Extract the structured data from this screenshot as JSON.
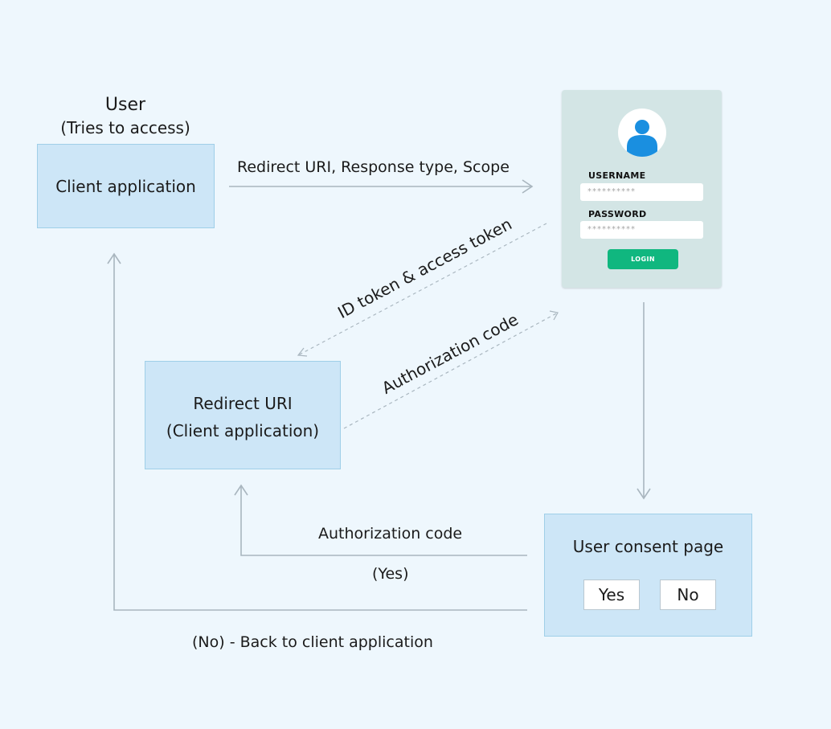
{
  "user": {
    "title": "User",
    "subtitle": "(Tries to access)"
  },
  "client_box": {
    "label": "Client application"
  },
  "arrow_labels": {
    "redirect_request": "Redirect URI, Response type, Scope",
    "id_access_token": "ID token & access token",
    "auth_code_diagonal": "Authorization code",
    "auth_code_bottom": "Authorization code",
    "yes_note": "(Yes)",
    "no_note": "(No) - Back to client application"
  },
  "redirect_box": {
    "line1": "Redirect URI",
    "line2": "(Client application)"
  },
  "login_card": {
    "username_label": "USERNAME",
    "username_value": "**********",
    "password_label": "PASSWORD",
    "password_value": "**********",
    "login_label": "LOGIN",
    "avatar_icon": "user-avatar-icon"
  },
  "consent": {
    "title": "User consent page",
    "yes": "Yes",
    "no": "No"
  },
  "colors": {
    "background": "#eef7fd",
    "box_fill": "#cde6f7",
    "box_border": "#9fcfe8",
    "arrow": "#a9b6bf",
    "login_button": "#10b77f",
    "avatar_blue": "#1a8fe0"
  }
}
